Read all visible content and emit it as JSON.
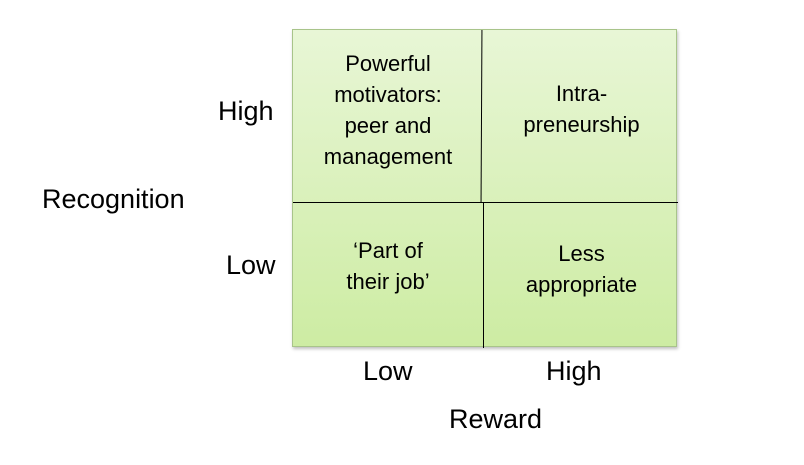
{
  "axes": {
    "y_title": "Recognition",
    "y_high": "High",
    "y_low": "Low",
    "x_title": "Reward",
    "x_low": "Low",
    "x_high": "High"
  },
  "quadrants": {
    "top_left": "Powerful\nmotivators:\npeer and\nmanagement",
    "top_right": "Intra-\npreneurship",
    "bottom_left": "‘Part of\ntheir job’",
    "bottom_right": "Less\nappropriate"
  },
  "colors": {
    "fill_top": "#e8f6d6",
    "fill_bottom": "#cdeca3",
    "border": "#a8c48a"
  }
}
